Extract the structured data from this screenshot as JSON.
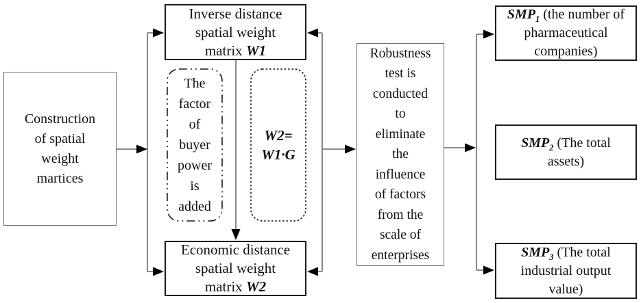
{
  "diagram": {
    "construction_box": {
      "text": "Construction\nof spatial\nweight\nmartices"
    },
    "w1_box": {
      "line1": "Inverse distance",
      "line2": "spatial weight",
      "line3_prefix": "matrix ",
      "line3_var": "W1"
    },
    "buyer_box": {
      "text": "The\nfactor\nof\nbuyer\npower\nis\nadded"
    },
    "formula_box": {
      "text": "W2=\nW1·G"
    },
    "w2_box": {
      "line1": "Economic distance",
      "line2": "spatial weight",
      "line3_prefix": "matrix ",
      "line3_var": "W2"
    },
    "robustness_box": {
      "text": "Robustness\ntest is\nconducted\nto\neliminate\nthe\ninfluence\nof factors\nfrom the\nscale of\nenterprises"
    },
    "smp1_box": {
      "symbol": "SMP",
      "subscript": "1",
      "description": " (the number of pharmaceutical companies)"
    },
    "smp2_box": {
      "symbol": "SMP",
      "subscript": "2",
      "description": " (The total assets)"
    },
    "smp3_box": {
      "symbol": "SMP",
      "subscript": "3",
      "description": " (The total industrial output value)"
    }
  },
  "colors": {
    "background": "#ffffff",
    "strong_border": "#1a1a1a",
    "thin_border": "#6e6e6e",
    "connector_line": "#7a7a7a",
    "arrowhead": "#000000",
    "text": "#111111"
  }
}
